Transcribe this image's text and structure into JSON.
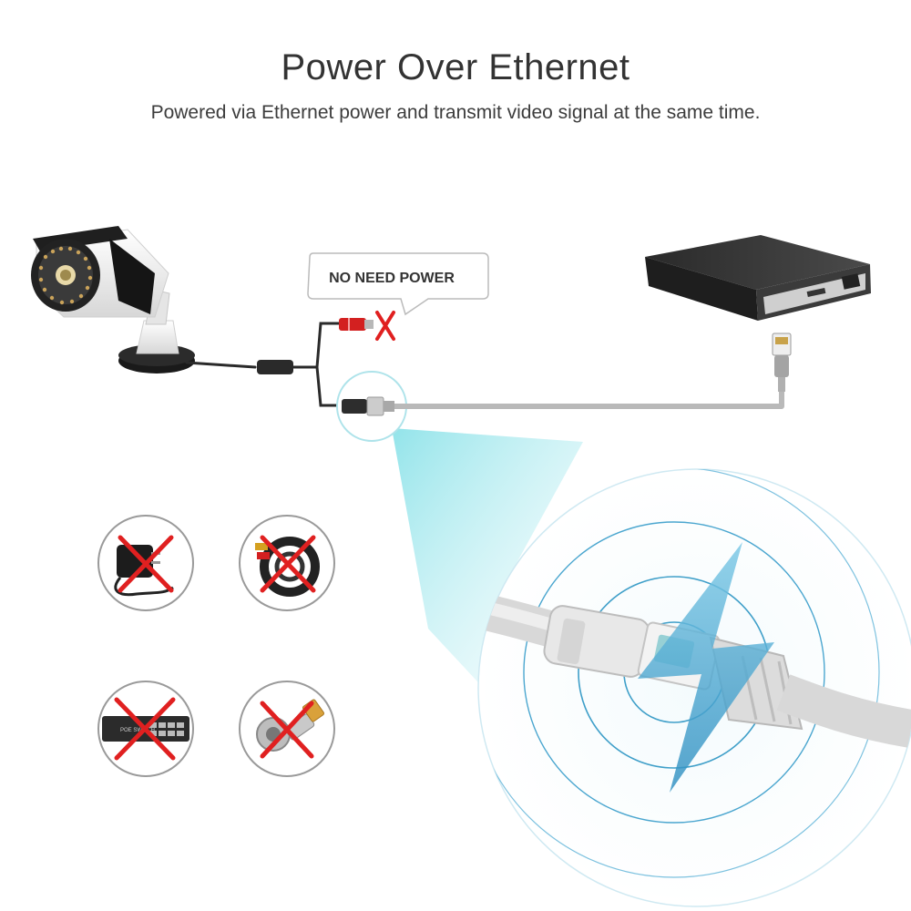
{
  "header": {
    "title": "Power Over Ethernet",
    "subtitle": "Powered via Ethernet power and transmit video signal at the same time."
  },
  "callout": {
    "text": "NO NEED POWER"
  },
  "items": {
    "poe_switch_label": "POE SWITCH"
  },
  "colors": {
    "accent_cyan": "#6fd3dc",
    "cross_red": "#e02020",
    "cable_gray": "#b9b9b9",
    "ring_blue": "#3f9fc9"
  },
  "icons": [
    "camera",
    "nvr-recorder",
    "power-adapter",
    "bnc-cable",
    "poe-switch",
    "bnc-connector",
    "rj45-connector",
    "lightning-bolt"
  ]
}
